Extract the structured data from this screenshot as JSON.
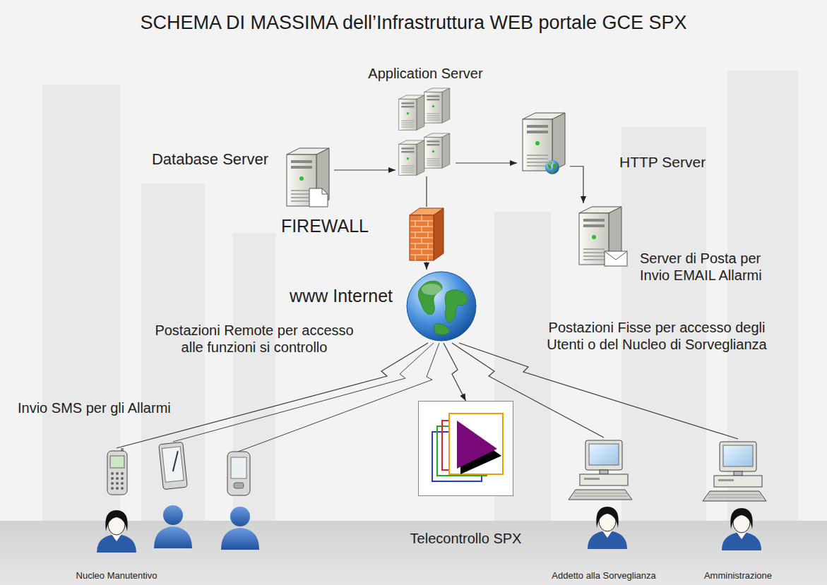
{
  "diagram": {
    "title": "SCHEMA DI MASSIMA dell’Infrastruttura WEB portale GCE SPX",
    "nodes": [
      {
        "text": [
          "Application Server"
        ]
      },
      {
        "text": [
          "Database Server"
        ]
      },
      {
        "text": [
          "HTTP Server"
        ]
      },
      {
        "text": [
          "FIREWALL"
        ]
      },
      {
        "text": [
          "Server di Posta per Invio EMAIL Allarmi"
        ]
      },
      {
        "text": [
          "www Internet"
        ]
      },
      {
        "text": [
          "Nucleo Manutentivo"
        ]
      },
      {
        "text": [
          "Telecontrollo SPX"
        ]
      },
      {
        "text": [
          "Addetto alla Sorveglianza"
        ]
      },
      {
        "text": [
          "Amministrazione"
        ]
      }
    ],
    "edges": [
      {
        "from": 1,
        "to": 0,
        "arrow": "to"
      },
      {
        "from": 0,
        "to": 2,
        "arrow": "to"
      },
      {
        "from": 2,
        "to": 4,
        "arrow": "to"
      },
      {
        "from": 0,
        "to": 3,
        "arrow": "none"
      },
      {
        "from": 3,
        "to": 5,
        "arrow": "to"
      },
      {
        "from": 5,
        "to": 6,
        "arrow": "none"
      },
      {
        "from": 5,
        "to": 7,
        "arrow": "to"
      },
      {
        "from": 5,
        "to": 8,
        "arrow": "none"
      },
      {
        "from": 5,
        "to": 9,
        "arrow": "none"
      }
    ],
    "labels": [
      "Postazioni Remote per accesso alle funzioni si controllo",
      "Postazioni Fisse per accesso degli Utenti o del Nucleo di Sorveglianza",
      "Invio SMS per gli Allarmi"
    ]
  }
}
